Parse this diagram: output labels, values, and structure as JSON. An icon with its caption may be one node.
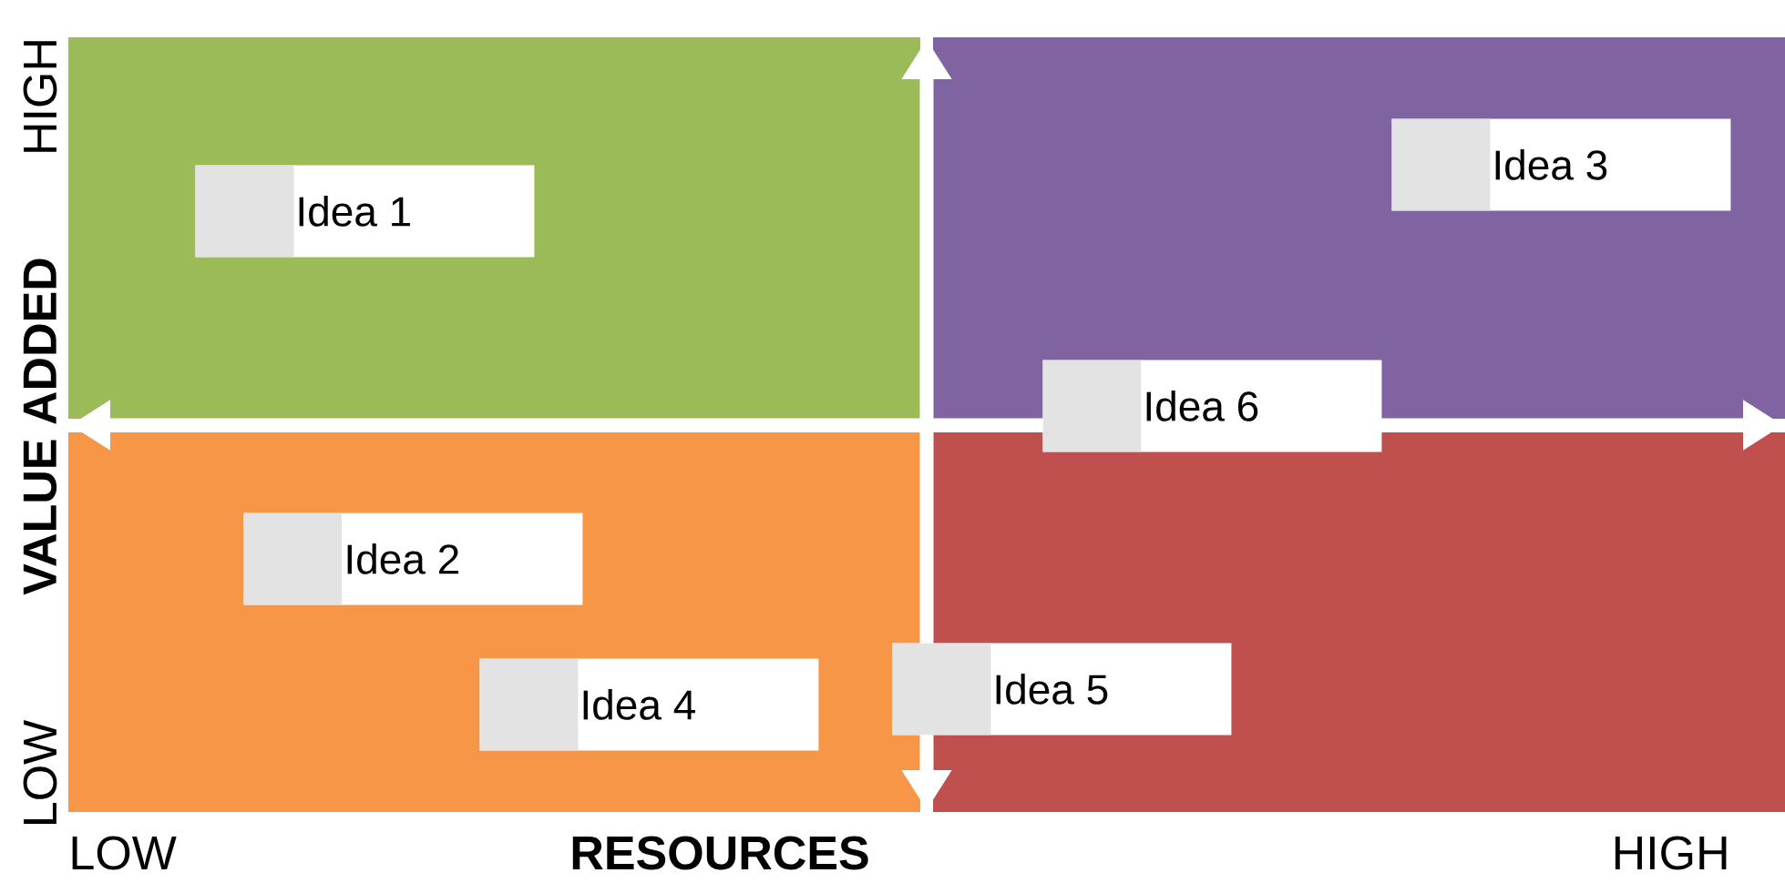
{
  "diagram": {
    "nodes": [
      {
        "text": [
          "Idea 1"
        ]
      },
      {
        "text": [
          "Idea 3"
        ]
      },
      {
        "text": [
          "Idea 6"
        ]
      },
      {
        "text": [
          "Idea 2"
        ]
      },
      {
        "text": [
          "Idea 5"
        ]
      },
      {
        "text": [
          "Idea 4"
        ]
      }
    ],
    "edges": [],
    "labels": [
      "HIGH",
      "VALUE ADDED",
      "LOW",
      "LOW",
      "RESOURCES",
      "HIGH"
    ]
  }
}
